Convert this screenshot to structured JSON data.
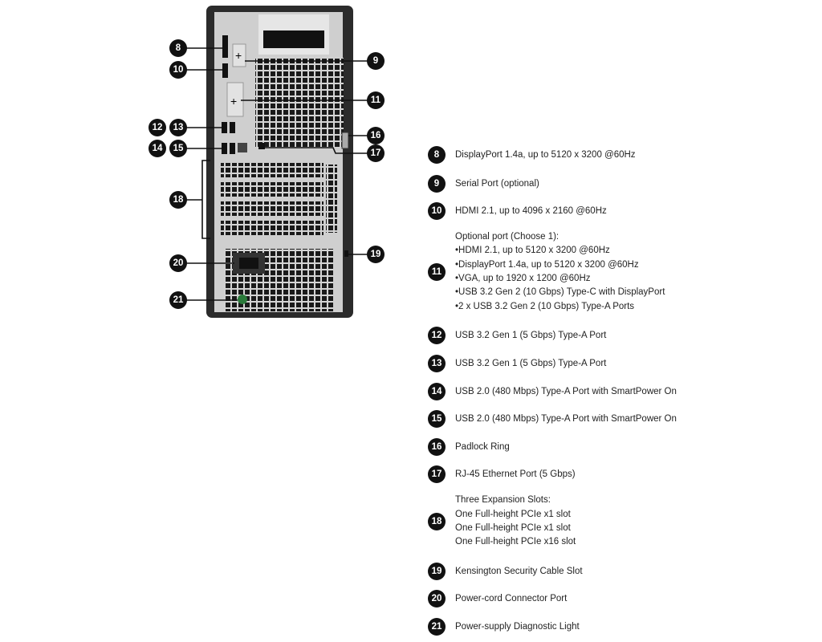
{
  "callouts": [
    "8",
    "9",
    "10",
    "11",
    "12",
    "13",
    "14",
    "15",
    "16",
    "17",
    "18",
    "19",
    "20",
    "21"
  ],
  "legend": [
    {
      "num": "8",
      "lines": [
        "DisplayPort 1.4a, up to 5120 x 3200 @60Hz"
      ]
    },
    {
      "num": "9",
      "lines": [
        "Serial Port (optional)"
      ]
    },
    {
      "num": "10",
      "lines": [
        "HDMI 2.1, up to 4096 x 2160 @60Hz"
      ]
    },
    {
      "num": "11",
      "lines": [
        "Optional port (Choose 1):",
        "•HDMI 2.1, up to 5120 x 3200 @60Hz",
        "•DisplayPort 1.4a, up to 5120 x 3200 @60Hz",
        "•VGA, up to 1920 x 1200 @60Hz",
        "•USB 3.2 Gen 2 (10 Gbps) Type-C with DisplayPort",
        "•2 x USB 3.2 Gen 2 (10 Gbps) Type-A Ports"
      ]
    },
    {
      "num": "12",
      "lines": [
        "USB 3.2 Gen 1 (5 Gbps) Type-A Port"
      ]
    },
    {
      "num": "13",
      "lines": [
        "USB 3.2 Gen 1 (5 Gbps) Type-A Port"
      ]
    },
    {
      "num": "14",
      "lines": [
        "USB 2.0 (480 Mbps) Type-A Port with SmartPower On"
      ]
    },
    {
      "num": "15",
      "lines": [
        "USB 2.0 (480 Mbps) Type-A Port with SmartPower On"
      ]
    },
    {
      "num": "16",
      "lines": [
        "Padlock Ring"
      ]
    },
    {
      "num": "17",
      "lines": [
        "RJ-45 Ethernet Port (5 Gbps)"
      ]
    },
    {
      "num": "18",
      "lines": [
        "Three Expansion Slots:",
        "One Full-height PCIe x1 slot",
        "One Full-height PCIe x1 slot",
        "One Full-height PCIe x16 slot"
      ]
    },
    {
      "num": "19",
      "lines": [
        "Kensington Security Cable Slot"
      ]
    },
    {
      "num": "20",
      "lines": [
        "Power-cord Connector Port"
      ]
    },
    {
      "num": "21",
      "lines": [
        "Power-supply Diagnostic Light"
      ]
    }
  ]
}
